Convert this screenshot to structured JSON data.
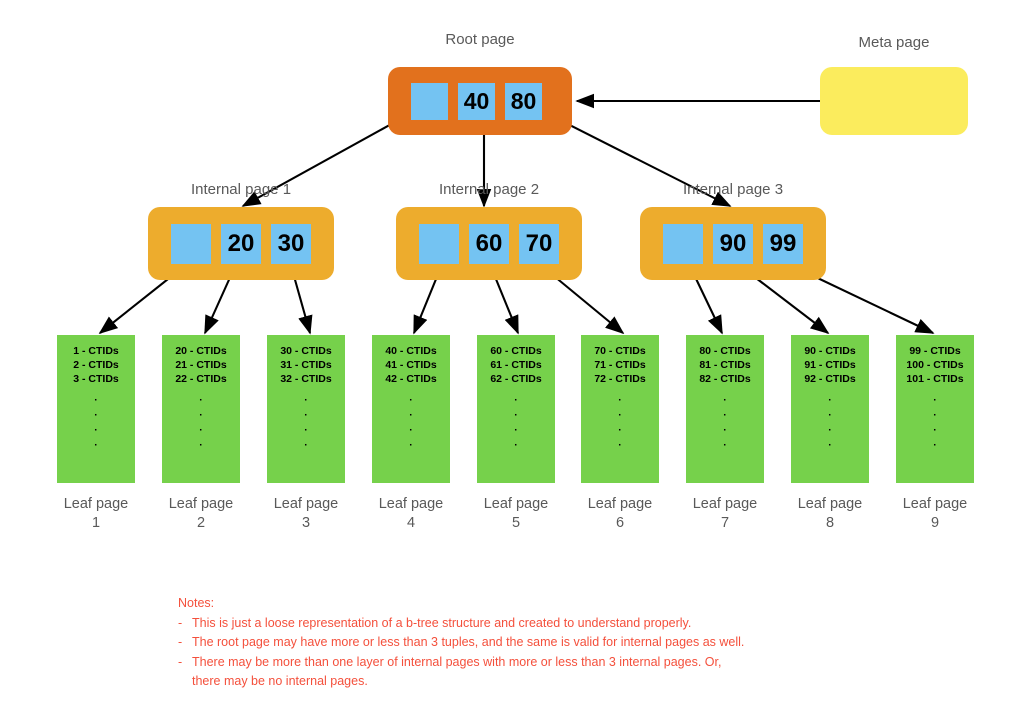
{
  "diagram": {
    "title": "B-tree index structure",
    "colors": {
      "root": "#e2711d",
      "internal": "#edac2d",
      "leaf": "#76d14b",
      "meta": "#fbec5d",
      "cell": "#74c3f2",
      "caption": "#595959",
      "notes": "#f4503c",
      "arrow": "#000000",
      "background": "#ffffff"
    }
  },
  "root": {
    "caption": "Root page",
    "cells": [
      {
        "label": "",
        "name": "root-cell-empty"
      },
      {
        "label": "40",
        "name": "root-cell-40"
      },
      {
        "label": "80",
        "name": "root-cell-80"
      }
    ]
  },
  "meta": {
    "caption": "Meta page",
    "body": ""
  },
  "internal_pages": [
    {
      "caption": "Internal page 1",
      "cells": [
        {
          "label": ""
        },
        {
          "label": "20"
        },
        {
          "label": "30"
        }
      ]
    },
    {
      "caption": "Internal page 2",
      "cells": [
        {
          "label": ""
        },
        {
          "label": "60"
        },
        {
          "label": "70"
        }
      ]
    },
    {
      "caption": "Internal page 3",
      "cells": [
        {
          "label": ""
        },
        {
          "label": "90"
        },
        {
          "label": "99"
        }
      ]
    }
  ],
  "leaf_pages": [
    {
      "caption_line1": "Leaf page",
      "caption_line2": "1",
      "entries": [
        "1 - CTIDs",
        "2 - CTIDs",
        "3 - CTIDs"
      ],
      "continuation": "·"
    },
    {
      "caption_line1": "Leaf page",
      "caption_line2": "2",
      "entries": [
        "20 - CTIDs",
        "21 - CTIDs",
        "22 - CTIDs"
      ],
      "continuation": "·"
    },
    {
      "caption_line1": "Leaf page",
      "caption_line2": "3",
      "entries": [
        "30 - CTIDs",
        "31 - CTIDs",
        "32 - CTIDs"
      ],
      "continuation": "·"
    },
    {
      "caption_line1": "Leaf page",
      "caption_line2": "4",
      "entries": [
        "40 - CTIDs",
        "41 - CTIDs",
        "42 - CTIDs"
      ],
      "continuation": "·"
    },
    {
      "caption_line1": "Leaf page",
      "caption_line2": "5",
      "entries": [
        "60 - CTIDs",
        "61 - CTIDs",
        "62 - CTIDs"
      ],
      "continuation": "·"
    },
    {
      "caption_line1": "Leaf page",
      "caption_line2": "6",
      "entries": [
        "70 - CTIDs",
        "71 - CTIDs",
        "72 - CTIDs"
      ],
      "continuation": "·"
    },
    {
      "caption_line1": "Leaf page",
      "caption_line2": "7",
      "entries": [
        "80 - CTIDs",
        "81 - CTIDs",
        "82 - CTIDs"
      ],
      "continuation": "·"
    },
    {
      "caption_line1": "Leaf page",
      "caption_line2": "8",
      "entries": [
        "90 - CTIDs",
        "91 - CTIDs",
        "92 - CTIDs"
      ],
      "continuation": "·"
    },
    {
      "caption_line1": "Leaf page",
      "caption_line2": "9",
      "entries": [
        "99 - CTIDs",
        "100 - CTIDs",
        "101 - CTIDs"
      ],
      "continuation": "·"
    }
  ],
  "notes": {
    "title": "Notes:",
    "dash": "-",
    "items": [
      "This is just a loose representation of a b-tree structure and created to understand properly.",
      "The root page may have more or less than 3 tuples, and the same is valid for internal pages as well.",
      "There may be more than one layer of internal pages with more or less than 3 internal pages. Or,"
    ],
    "continuation": "there may be no internal pages."
  }
}
